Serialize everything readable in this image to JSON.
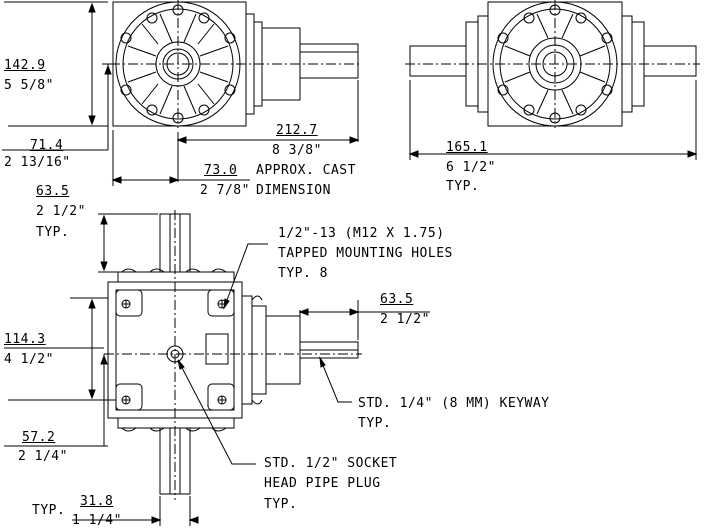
{
  "dimensions": {
    "d1_mm": "142.9",
    "d1_in": "5 5/8\"",
    "d2_mm": "71.4",
    "d2_in": "2 13/16\"",
    "d3_mm": "212.7",
    "d3_in": "8 3/8\"",
    "d4_mm": "73.0",
    "d4_in": "2 7/8\"",
    "d4_note1": "APPROX. CAST",
    "d4_note2": "DIMENSION",
    "d5_mm": "165.1",
    "d5_in": "6 1/2\"",
    "d5_typ": "TYP.",
    "d6_mm": "63.5",
    "d6_in": "2 1/2\"",
    "d6_typ": "TYP.",
    "d7_mm": "63.5",
    "d7_in": "2 1/2\"",
    "d8_mm": "114.3",
    "d8_in": "4 1/2\"",
    "d9_mm": "57.2",
    "d9_in": "2 1/4\"",
    "d10_typ": "TYP.",
    "d10_mm": "31.8",
    "d10_in": "1 1/4\""
  },
  "notes": {
    "holes_line1": "1/2\"-13 (M12 X 1.75)",
    "holes_line2": "TAPPED MOUNTING HOLES",
    "holes_line3": "TYP. 8",
    "keyway_line1": "STD. 1/4\" (8 MM) KEYWAY",
    "keyway_line2": "TYP.",
    "plug_line1": "STD. 1/2\" SOCKET",
    "plug_line2": "HEAD PIPE PLUG",
    "plug_line3": "TYP."
  }
}
